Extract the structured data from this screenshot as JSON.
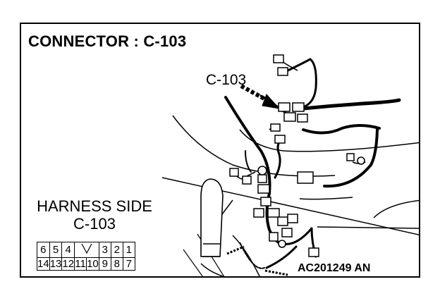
{
  "title": "CONNECTOR : C-103",
  "callout_label": "C-103",
  "harness_side": {
    "line1": "HARNESS SIDE",
    "line2": "C-103"
  },
  "connector_pins": {
    "top_row": [
      "6",
      "5",
      "4",
      "",
      "3",
      "2",
      "1"
    ],
    "bottom_row": [
      "14",
      "13",
      "12",
      "11",
      "10",
      "9",
      "8",
      "7"
    ]
  },
  "figure_code": "AC201249 AN",
  "colors": {
    "line": "#000000",
    "background": "#ffffff"
  }
}
